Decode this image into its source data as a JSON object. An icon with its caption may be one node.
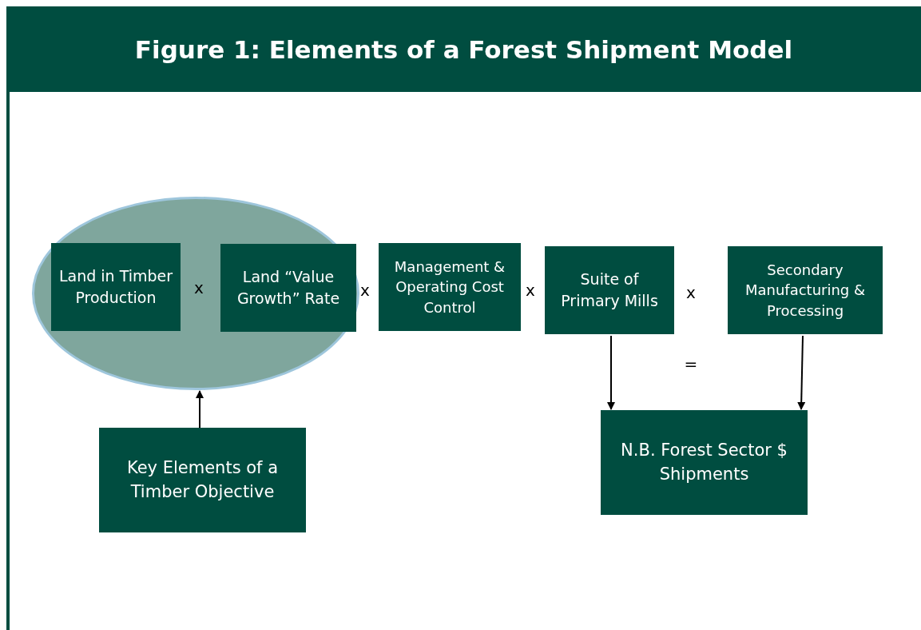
{
  "diagram": {
    "title": "Figure 1: Elements of a Forest Shipment Model",
    "nodes": [
      {
        "text": [],
        "shape": "ellipse"
      },
      {
        "text": [
          "Land in Timber Production"
        ],
        "in": 0
      },
      {
        "text": [
          "Land “Value Growth” Rate"
        ],
        "in": 0
      },
      {
        "text": [
          "Management & Operating Cost Control"
        ]
      },
      {
        "text": [
          "Suite of Primary Mills"
        ]
      },
      {
        "text": [
          "Secondary Manufacturing & Processing"
        ]
      },
      {
        "text": [
          "N.B. Forest Sector $ Shipments"
        ]
      },
      {
        "text": [
          "Key Elements of a Timber Objective"
        ]
      }
    ],
    "edges": [
      {
        "from": 7,
        "to": 0,
        "arrow": "to"
      },
      {
        "from": 4,
        "to": 6,
        "arrow": "to"
      },
      {
        "from": 5,
        "to": 6,
        "arrow": "to"
      }
    ],
    "labels": [
      "x",
      "x",
      "x",
      "x",
      "="
    ]
  }
}
